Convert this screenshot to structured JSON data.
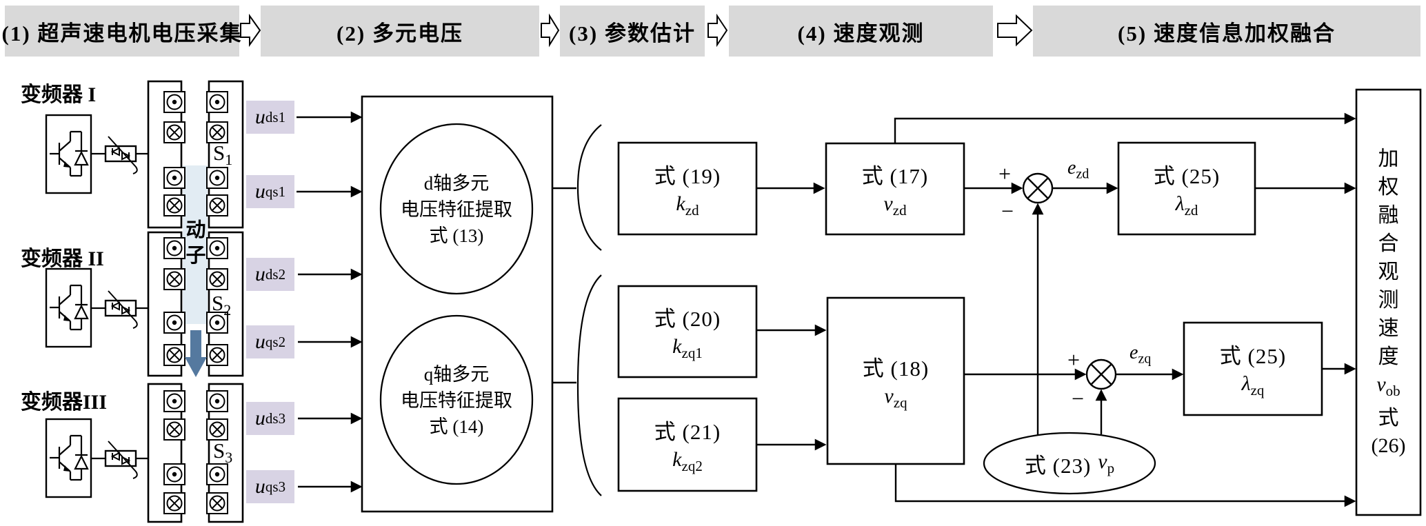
{
  "banner": {
    "steps": [
      {
        "label": "(1) 超声速电机电压采集"
      },
      {
        "label": "(2) 多元电压"
      },
      {
        "label": "(3) 参数估计"
      },
      {
        "label": "(4) 速度观测"
      },
      {
        "label": "(5) 速度信息加权融合"
      }
    ]
  },
  "inverters": [
    {
      "label": "变频器 I"
    },
    {
      "label": "变频器 II"
    },
    {
      "label": "变频器III"
    }
  ],
  "motor": {
    "mover_label": "动子",
    "stators": [
      {
        "base": "S",
        "sub": "1"
      },
      {
        "base": "S",
        "sub": "2"
      },
      {
        "base": "S",
        "sub": "3"
      }
    ]
  },
  "voltages": [
    {
      "base": "u",
      "sub": "ds1"
    },
    {
      "base": "u",
      "sub": "qs1"
    },
    {
      "base": "u",
      "sub": "ds2"
    },
    {
      "base": "u",
      "sub": "qs2"
    },
    {
      "base": "u",
      "sub": "ds3"
    },
    {
      "base": "u",
      "sub": "qs3"
    }
  ],
  "feature": {
    "d": {
      "line1": "d轴多元",
      "line2": "电压特征提取",
      "line3": "式 (13)"
    },
    "q": {
      "line1": "q轴多元",
      "line2": "电压特征提取",
      "line3": "式 (14)"
    }
  },
  "blocks": {
    "eq19": {
      "title": "式 (19)",
      "base": "k",
      "sub": "zd"
    },
    "eq20": {
      "title": "式 (20)",
      "base": "k",
      "sub": "zq1"
    },
    "eq21": {
      "title": "式 (21)",
      "base": "k",
      "sub": "zq2"
    },
    "eq17": {
      "title": "式 (17)",
      "base": "v",
      "sub": "zd"
    },
    "eq18": {
      "title": "式 (18)",
      "base": "v",
      "sub": "zq"
    },
    "eq25d": {
      "title": "式 (25)",
      "base": "λ",
      "sub": "zd"
    },
    "eq25q": {
      "title": "式 (25)",
      "base": "λ",
      "sub": "zq"
    },
    "eq23": {
      "title": "式 (23)",
      "base": "v",
      "sub": "p"
    }
  },
  "signals": {
    "ezd": {
      "base": "e",
      "sub": "zd"
    },
    "ezq": {
      "base": "e",
      "sub": "zq"
    },
    "plus": "+",
    "minus": "−"
  },
  "fusion": {
    "vertical_text": "加权融合观测速度",
    "v_base": "v",
    "v_sub": "ob",
    "eq_word": "式",
    "eq_num": "(26)"
  },
  "colors": {
    "banner_bg": "#d9d9d9",
    "voltage_label_bg": "#d8d3e4",
    "mover_strip": "#e2ecf3",
    "mover_arrow": "#55799f",
    "line": "#000000"
  }
}
